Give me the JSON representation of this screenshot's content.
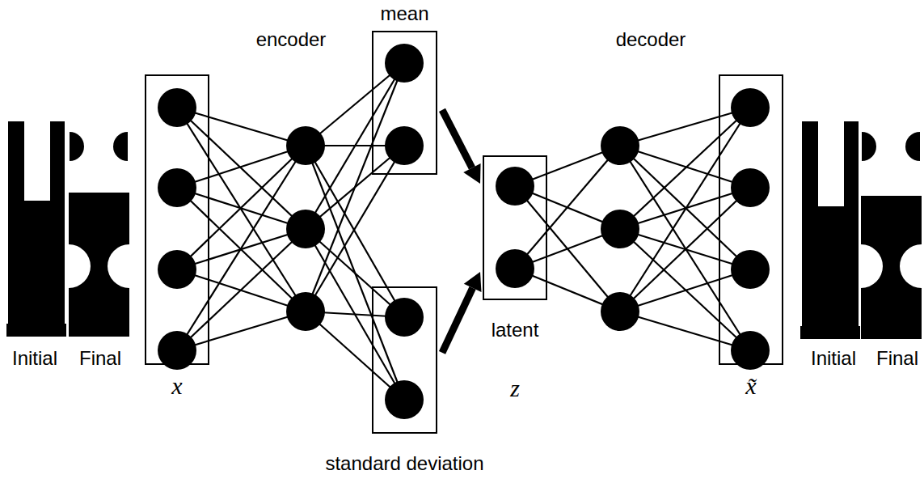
{
  "diagram": {
    "nodes": [
      {
        "text": [
          "x"
        ]
      },
      {
        "text": [
          "mean"
        ]
      },
      {
        "text": [
          "standard deviation"
        ]
      },
      {
        "text": [
          "latent",
          "z"
        ]
      },
      {
        "text": [
          "x̃"
        ]
      }
    ],
    "edges": [
      {
        "from": 1,
        "to": 3,
        "arrow": "to"
      },
      {
        "from": 2,
        "to": 3,
        "arrow": "to"
      }
    ],
    "labels": [
      "encoder",
      "decoder",
      "Initial",
      "Final",
      "Initial",
      "Final"
    ]
  }
}
